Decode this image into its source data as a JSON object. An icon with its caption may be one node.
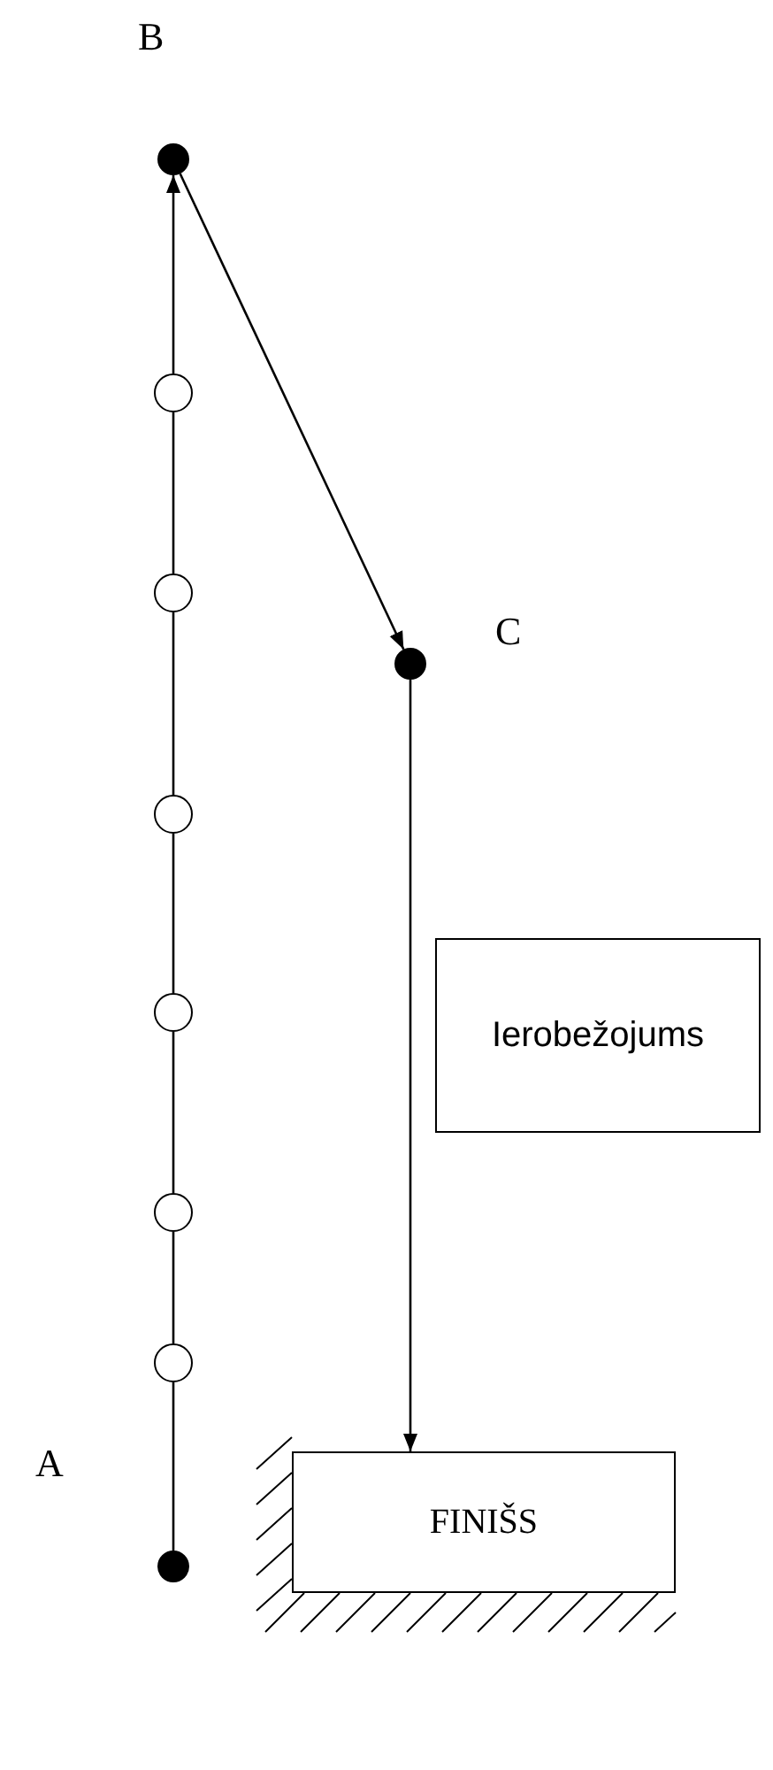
{
  "diagram": {
    "nodes": [
      {
        "text": [],
        "shape": "circle",
        "beside": [
          "B"
        ]
      },
      {
        "text": [],
        "shape": "circle"
      },
      {
        "text": [],
        "shape": "circle"
      },
      {
        "text": [],
        "shape": "circle",
        "beside": [
          "C"
        ]
      },
      {
        "text": [],
        "shape": "circle"
      },
      {
        "text": [],
        "shape": "circle"
      },
      {
        "text": [
          "Ierobežojums"
        ]
      },
      {
        "text": [],
        "shape": "circle"
      },
      {
        "text": [],
        "shape": "circle"
      },
      {
        "text": [],
        "shape": "circle",
        "beside": [
          "A"
        ]
      },
      {
        "text": [
          "FINIŠS"
        ]
      }
    ],
    "edges": [
      {
        "from": 9,
        "to": 8,
        "arrow": "none"
      },
      {
        "from": 8,
        "to": 7,
        "arrow": "none"
      },
      {
        "from": 7,
        "to": 5,
        "arrow": "none"
      },
      {
        "from": 5,
        "to": 4,
        "arrow": "none"
      },
      {
        "from": 4,
        "to": 2,
        "arrow": "none"
      },
      {
        "from": 2,
        "to": 1,
        "arrow": "none"
      },
      {
        "from": 1,
        "to": 0,
        "arrow": "to"
      },
      {
        "from": 0,
        "to": 3,
        "arrow": "to"
      },
      {
        "from": 3,
        "to": 10,
        "arrow": "to"
      }
    ]
  }
}
